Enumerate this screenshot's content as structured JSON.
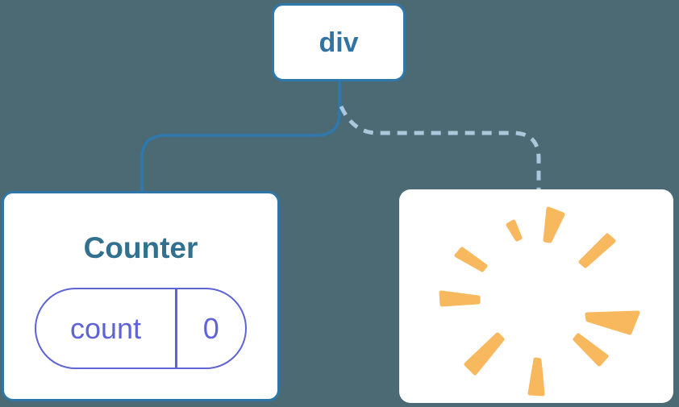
{
  "tree": {
    "root": {
      "label": "div"
    },
    "counter": {
      "title": "Counter",
      "state": {
        "name": "count",
        "value": "0"
      }
    },
    "removed": {
      "icon": "poof-icon"
    }
  },
  "colors": {
    "background": "#4C6A74",
    "node_border_blue": "#2E78AD",
    "root_label_blue": "#3173A3",
    "counter_title_blue": "#32708F",
    "state_pill_indigo": "#5E63D6",
    "solid_connector": "#2E78AD",
    "dashed_connector": "#A9C8DC",
    "poof_orange": "#F8B85D",
    "card_background": "#FFFFFF"
  }
}
